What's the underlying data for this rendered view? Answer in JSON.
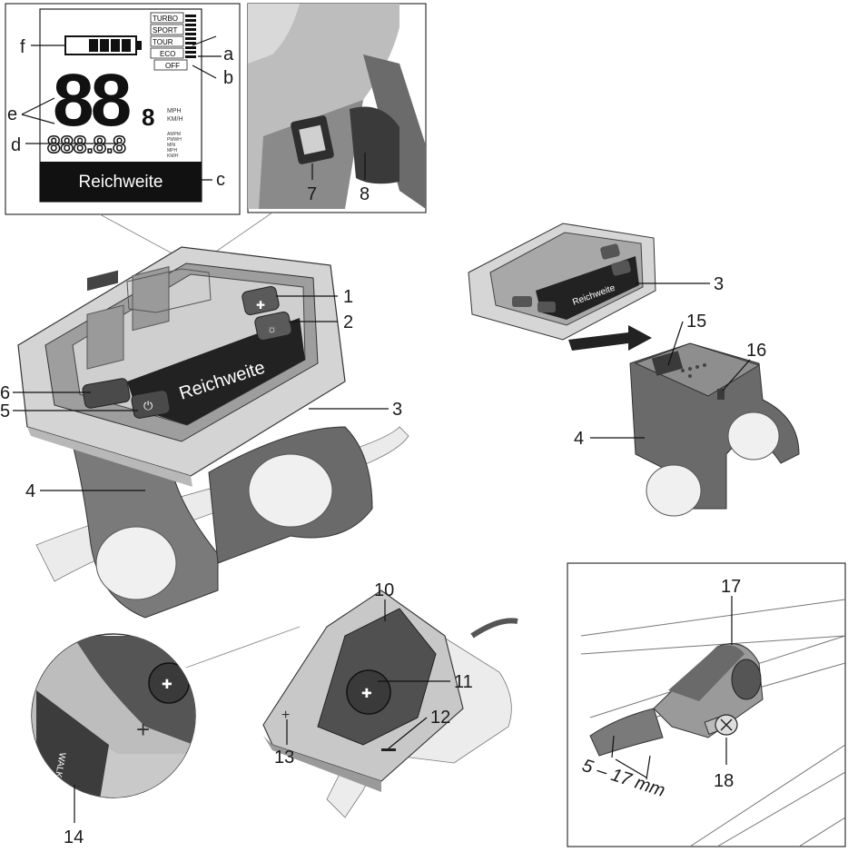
{
  "lcd": {
    "modes": [
      "TURBO",
      "SPORT",
      "TOUR",
      "ECO",
      "OFF"
    ],
    "speed_digits": "88",
    "speed_decimal": "8",
    "speed_units": [
      "MPH",
      "KM/H"
    ],
    "odometer_digits": "888.8.8",
    "odometer_units": [
      "AMPM",
      "PMWH",
      "MIN",
      "MPH",
      "KM/H"
    ],
    "info_text": "Reichweite"
  },
  "computer_info_text": "Reichweite",
  "small_computer_info_text": "Reichweite",
  "remote_walk_label": "WALK",
  "measurement": "5 – 17 mm",
  "callouts": {
    "f": "f",
    "a": "a",
    "b": "b",
    "e": "e",
    "d": "d",
    "c": "c",
    "n7": "7",
    "n8": "8",
    "n1": "1",
    "n2": "2",
    "n3": "3",
    "n6": "6",
    "n5": "5",
    "n4": "4",
    "n3b": "3",
    "n15": "15",
    "n16": "16",
    "n4b": "4",
    "n10": "10",
    "n11": "11",
    "n12": "12",
    "n13": "13",
    "n14": "14",
    "n17": "17",
    "n18": "18"
  }
}
